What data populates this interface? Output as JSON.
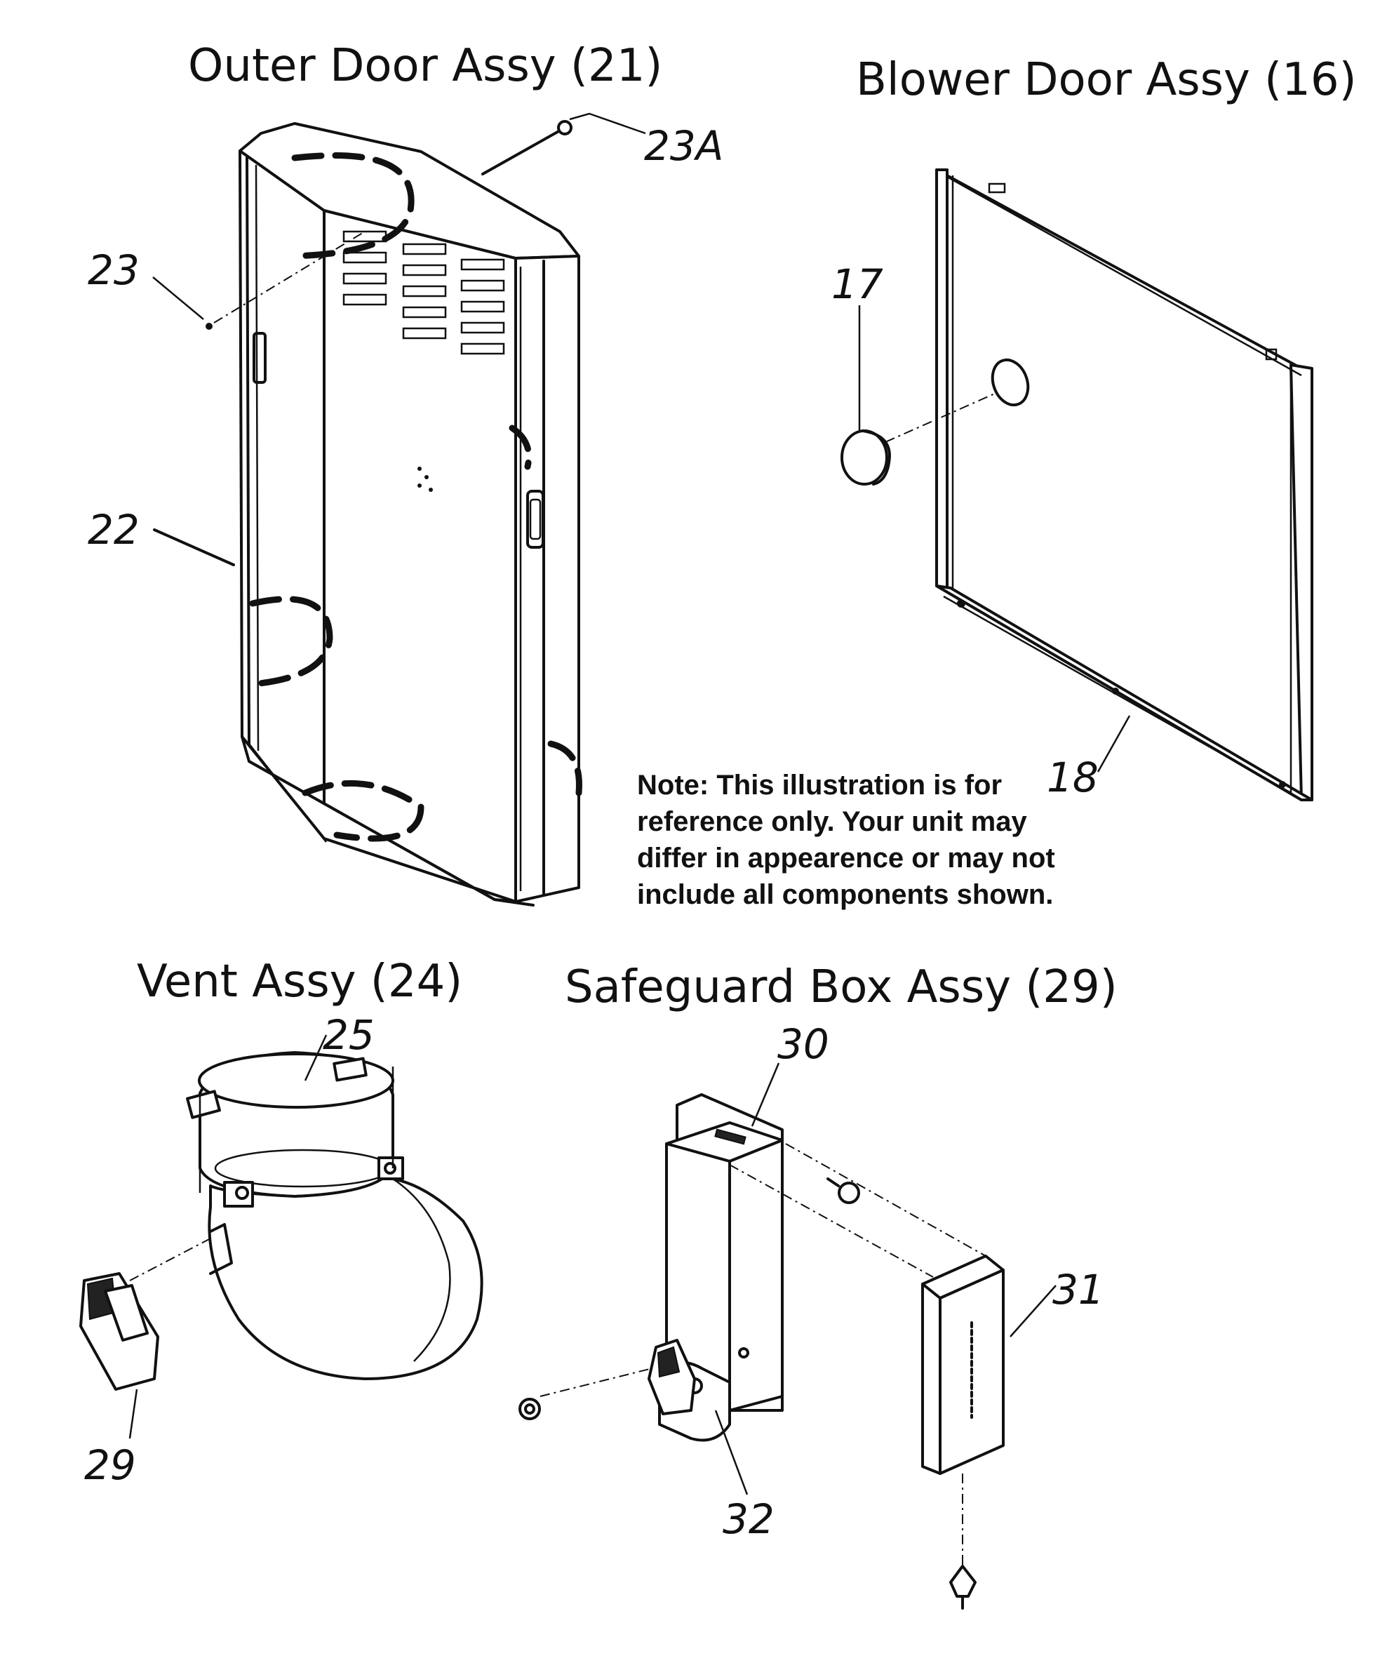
{
  "titles": {
    "outer_door": "Outer Door Assy (21)",
    "blower_door": "Blower Door Assy (16)",
    "vent": "Vent Assy (24)",
    "safeguard": "Safeguard Box Assy (29)"
  },
  "callouts": {
    "c23a": "23A",
    "c23": "23",
    "c22": "22",
    "c17": "17",
    "c18": "18",
    "c25": "25",
    "c29": "29",
    "c30": "30",
    "c31": "31",
    "c32": "32"
  },
  "note_lines": [
    "Note: This illustration is for",
    "reference only. Your unit may",
    "differ in appearence or may not",
    "include all components shown."
  ]
}
